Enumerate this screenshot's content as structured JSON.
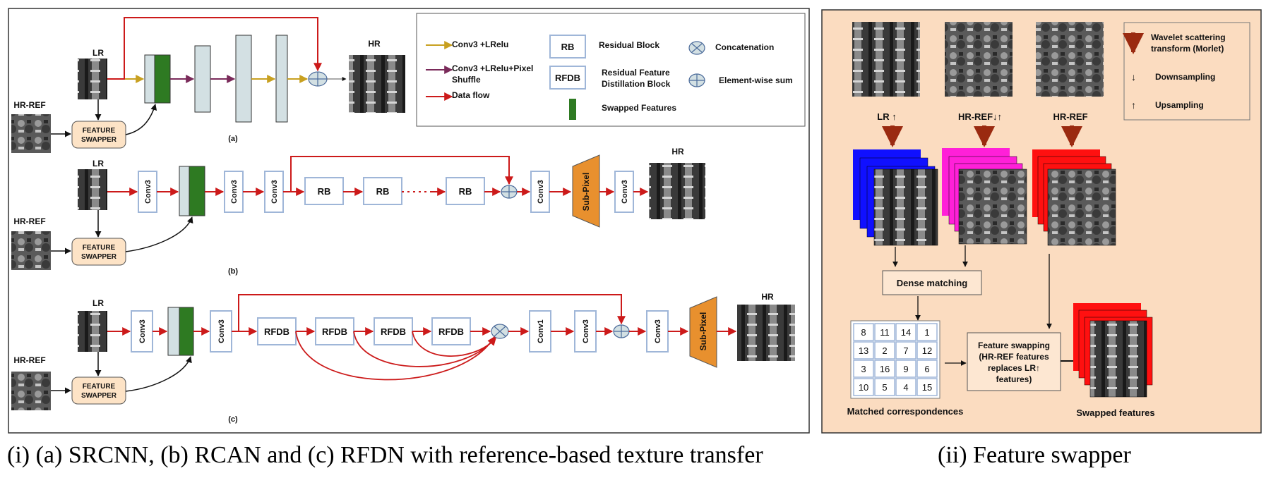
{
  "panel_i": {
    "caption": "(i) (a)  SRCNN, (b) RCAN and (c) RFDN with reference-based texture transfer",
    "sub_a": "(a)",
    "sub_b": "(b)",
    "sub_c": "(c)",
    "lr_label": "LR",
    "hr_label": "HR",
    "hrref_label": "HR-REF",
    "swapper_line1": "FEATURE",
    "swapper_line2": "SWAPPER",
    "conv3": "Conv3",
    "conv1": "Conv1",
    "rb": "RB",
    "rfdb": "RFDB",
    "subpixel": "Sub-Pixel",
    "legend": {
      "conv_lrelu": "Conv3 +LRelu",
      "conv_pixel_1": "Conv3 +LRelu+Pixel",
      "conv_pixel_2": "Shuffle",
      "data_flow": "Data flow",
      "rb_box": "RB",
      "rb_desc": "Residual Block",
      "rfdb_box": "RFDB",
      "rfdb_desc_1": "Residual Feature",
      "rfdb_desc_2": "Distillation Block",
      "swapped": "Swapped Features",
      "concat": "Concatenation",
      "sum": "Element-wise sum"
    },
    "colors": {
      "gold_arrow": "#c8a020",
      "purple_arrow": "#7a2a5a",
      "red_arrow": "#cc1a1a",
      "swap_green": "#2e7a22",
      "block_gray": "#d3e0e3",
      "conv_border": "#9fb6d8",
      "subpixel_orange": "#e8902e",
      "swapper_fill": "#fde3c6"
    }
  },
  "panel_ii": {
    "caption": "(ii) Feature swapper",
    "label_lr": "LR ↑",
    "label_hrref_du": "HR-REF↓↑",
    "label_hrref": "HR-REF",
    "dense_matching": "Dense matching",
    "matched_label": "Matched correspondences",
    "swapped_label": "Swapped features",
    "feature_swap_1": "Feature swapping",
    "feature_swap_2": "(HR-REF features",
    "feature_swap_3": "replaces LR↑",
    "feature_swap_4": "features)",
    "grid": [
      [
        "8",
        "11",
        "14",
        "1"
      ],
      [
        "13",
        "2",
        "7",
        "12"
      ],
      [
        "3",
        "16",
        "9",
        "6"
      ],
      [
        "10",
        "5",
        "4",
        "15"
      ]
    ],
    "legend": {
      "wavelet_1": "Wavelet scattering",
      "wavelet_2": "transform (Morlet)",
      "down_symbol": "↓",
      "down": "Downsampling",
      "up_symbol": "↑",
      "up": "Upsampling"
    },
    "colors": {
      "background": "#fbdcc0",
      "blue_stack": "#1010ff",
      "magenta_stack": "#ff20d8",
      "red_stack": "#ff1010",
      "wavelet_arrow": "#9a2a10"
    }
  }
}
